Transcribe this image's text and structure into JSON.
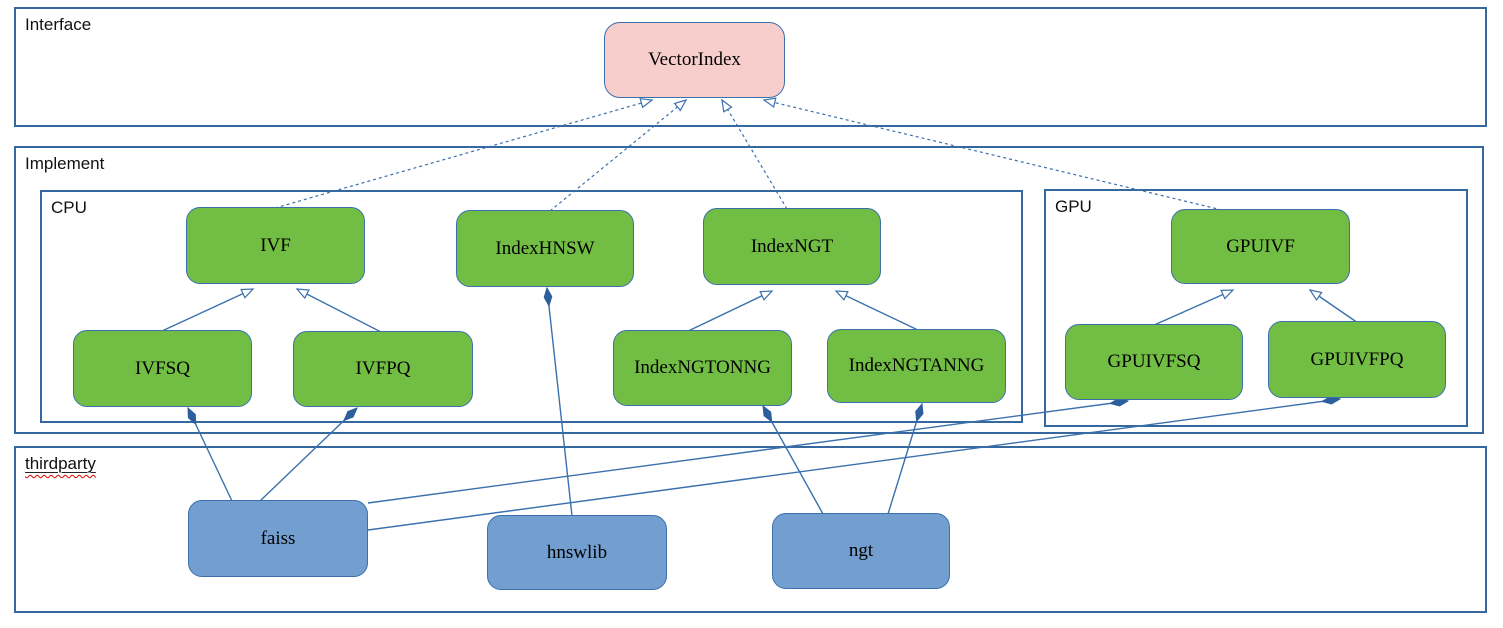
{
  "diagram": {
    "containers": {
      "interface": {
        "label": "Interface"
      },
      "implement": {
        "label": "Implement"
      },
      "cpu": {
        "label": "CPU"
      },
      "gpu": {
        "label": "GPU"
      },
      "thirdparty": {
        "label": "thirdparty"
      }
    },
    "nodes": {
      "vectorindex": {
        "label": "VectorIndex",
        "group": "interface"
      },
      "ivf": {
        "label": "IVF",
        "group": "cpu"
      },
      "indexhnsw": {
        "label": "IndexHNSW",
        "group": "cpu"
      },
      "indexngt": {
        "label": "IndexNGT",
        "group": "cpu"
      },
      "ivfsq": {
        "label": "IVFSQ",
        "group": "cpu"
      },
      "ivfpq": {
        "label": "IVFPQ",
        "group": "cpu"
      },
      "indexngtonng": {
        "label": "IndexNGTONNG",
        "group": "cpu"
      },
      "indexngtanng": {
        "label": "IndexNGTANNG",
        "group": "cpu"
      },
      "gpuivf": {
        "label": "GPUIVF",
        "group": "gpu"
      },
      "gpuivfsq": {
        "label": "GPUIVFSQ",
        "group": "gpu"
      },
      "gpuivfpq": {
        "label": "GPUIVFPQ",
        "group": "gpu"
      },
      "faiss": {
        "label": "faiss",
        "group": "thirdparty"
      },
      "hnswlib": {
        "label": "hnswlib",
        "group": "thirdparty"
      },
      "ngt": {
        "label": "ngt",
        "group": "thirdparty"
      }
    },
    "edges": [
      {
        "from": "IVF",
        "to": "VectorIndex",
        "type": "realization",
        "style": "dashed-hollow-arrow"
      },
      {
        "from": "IndexHNSW",
        "to": "VectorIndex",
        "type": "realization",
        "style": "dashed-hollow-arrow"
      },
      {
        "from": "IndexNGT",
        "to": "VectorIndex",
        "type": "realization",
        "style": "dashed-hollow-arrow"
      },
      {
        "from": "GPUIVF",
        "to": "VectorIndex",
        "type": "realization",
        "style": "dashed-hollow-arrow"
      },
      {
        "from": "IVFSQ",
        "to": "IVF",
        "type": "generalization",
        "style": "solid-hollow-arrow"
      },
      {
        "from": "IVFPQ",
        "to": "IVF",
        "type": "generalization",
        "style": "solid-hollow-arrow"
      },
      {
        "from": "IndexNGTONNG",
        "to": "IndexNGT",
        "type": "generalization",
        "style": "solid-hollow-arrow"
      },
      {
        "from": "IndexNGTANNG",
        "to": "IndexNGT",
        "type": "generalization",
        "style": "solid-hollow-arrow"
      },
      {
        "from": "GPUIVFSQ",
        "to": "GPUIVF",
        "type": "generalization",
        "style": "solid-hollow-arrow"
      },
      {
        "from": "GPUIVFPQ",
        "to": "GPUIVF",
        "type": "generalization",
        "style": "solid-hollow-arrow"
      },
      {
        "from": "IndexHNSW",
        "to": "hnswlib",
        "type": "composition",
        "style": "solid-filled-diamond"
      },
      {
        "from": "IVFSQ",
        "to": "faiss",
        "type": "composition",
        "style": "solid-filled-diamond"
      },
      {
        "from": "IVFPQ",
        "to": "faiss",
        "type": "composition",
        "style": "solid-filled-diamond"
      },
      {
        "from": "IndexNGTONNG",
        "to": "ngt",
        "type": "composition",
        "style": "solid-filled-diamond"
      },
      {
        "from": "IndexNGTANNG",
        "to": "ngt",
        "type": "composition",
        "style": "solid-filled-diamond"
      },
      {
        "from": "GPUIVFSQ",
        "to": "faiss",
        "type": "composition",
        "style": "solid-filled-diamond"
      },
      {
        "from": "GPUIVFPQ",
        "to": "faiss",
        "type": "composition",
        "style": "solid-filled-diamond"
      }
    ],
    "colors": {
      "interface_node_fill": "#f8cecc",
      "implement_node_fill": "#72be44",
      "thirdparty_node_fill": "#729fcf",
      "node_border": "#3a70ad",
      "container_border": "#35689f",
      "edge_line": "#3a70ad",
      "diamond_fill": "#2d5f9d",
      "spellcheck_underline": "#e00000",
      "text": "#000000"
    }
  }
}
